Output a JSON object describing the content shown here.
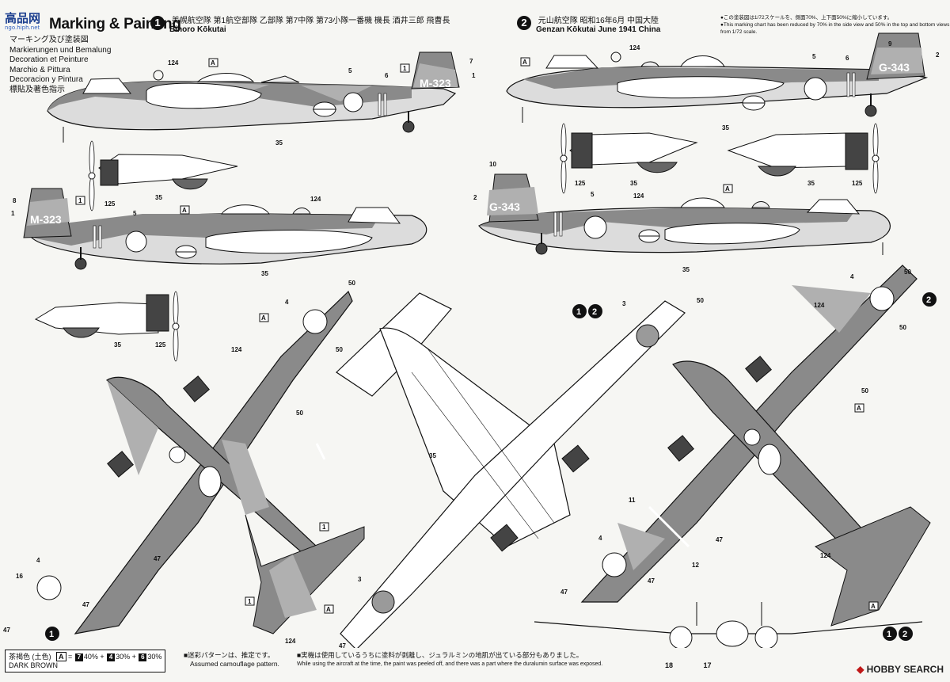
{
  "logo": {
    "main": "高品网",
    "sub": "ngo.hiph.net"
  },
  "page": {
    "title": "Marking & Painting",
    "subtitle_lines": [
      "マーキング及び塗装図",
      "Markierungen und Bemalung",
      "Decoration et Peinture",
      "Marchio & Pittura",
      "Decoracion y Pintura",
      "標貼及著色指示"
    ]
  },
  "scheme1": {
    "badge": "1",
    "jp": "美幌航空隊 第1航空部隊 乙部隊 第7中隊 第73小隊一番機 機長 酒井三郎 飛曹長",
    "en": "Bihoro Kōkutai",
    "code": "M-323"
  },
  "scheme2": {
    "badge": "2",
    "jp": "元山航空隊 昭和16年6月 中国大陸",
    "en": "Genzan Kōkutai June 1941 China",
    "code": "G-343"
  },
  "scale_note": {
    "jp": "●この塗装図は1/72スケールを、側面70%、上下面50%に縮小しています。",
    "en": "●This marking chart has been reduced by 70% in the side view and 50% in the top and bottom views from 1/72 scale."
  },
  "callouts": {
    "c1": "1",
    "c2": "2",
    "c3": "3",
    "c4": "4",
    "c5": "5",
    "c6": "6",
    "c7": "7",
    "c8": "8",
    "c9": "9",
    "c10": "10",
    "c11": "11",
    "c12": "12",
    "c16": "16",
    "c17": "17",
    "c18": "18",
    "c35": "35",
    "c47": "47",
    "c50": "50",
    "c124": "124",
    "c125": "125",
    "cA": "A",
    "c12pair": "12"
  },
  "legend": {
    "jp": "茶褐色 (土色)",
    "en": "DARK BROWN",
    "key": "A",
    "mix": [
      {
        "swatch": "7",
        "pct": "40%"
      },
      {
        "swatch": "4",
        "pct": "30%"
      },
      {
        "swatch": "6",
        "pct": "30%"
      }
    ]
  },
  "notes": {
    "camo_jp": "■迷彩パターンは、推定です。",
    "camo_en": "Assumed camouflage pattern.",
    "wear_jp": "■実機は使用しているうちに塗料が剥離し、ジュラルミンの地肌が出ている部分もありました。",
    "wear_en": "While using the aircraft at the time, the paint was peeled off, and there was a part where the duralumin surface was exposed."
  },
  "brand": {
    "a": "HOBBY",
    "b": "SEARCH"
  },
  "colors": {
    "green": "#6a6a6a",
    "brown": "#9a9a9a",
    "light": "#e4e4e4",
    "ink": "#111111"
  }
}
